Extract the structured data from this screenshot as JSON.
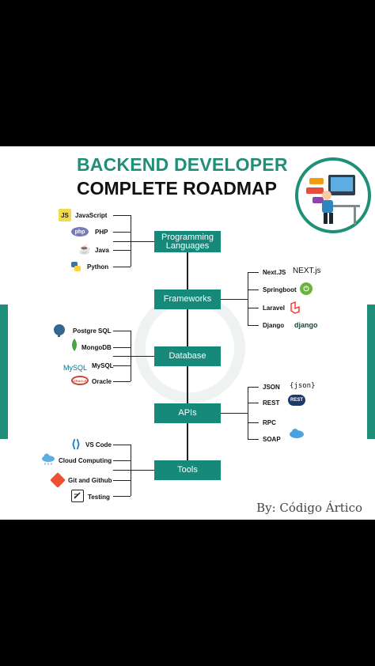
{
  "title": {
    "line1": "BACKEND DEVELOPER",
    "line2": "COMPLETE ROADMAP"
  },
  "categories": [
    {
      "label": "Programming Languages"
    },
    {
      "label": "Frameworks"
    },
    {
      "label": "Database"
    },
    {
      "label": "APIs"
    },
    {
      "label": "Tools"
    }
  ],
  "languages": [
    "JavaScript",
    "PHP",
    "Java",
    "Python"
  ],
  "frameworks": [
    "Next.JS",
    "Springboot",
    "Laravel",
    "Django"
  ],
  "databases": [
    "Postgre SQL",
    "MongoDB",
    "MySQL",
    "Oracle"
  ],
  "apis": [
    "JSON",
    "REST",
    "RPC",
    "SOAP"
  ],
  "tools": [
    "VS Code",
    "Cloud Computing",
    "Git and Github",
    "Testing"
  ],
  "logos": {
    "php": "php",
    "nextjs": "NEXT.js",
    "django": "django",
    "json": "{json}",
    "rest": "REST",
    "mysql": "MySQL",
    "oracle": "ORACLE",
    "js": "JS"
  },
  "credit": "By: Código Ártico",
  "colors": {
    "accent": "#17897a",
    "title_accent": "#1f8f7a"
  }
}
